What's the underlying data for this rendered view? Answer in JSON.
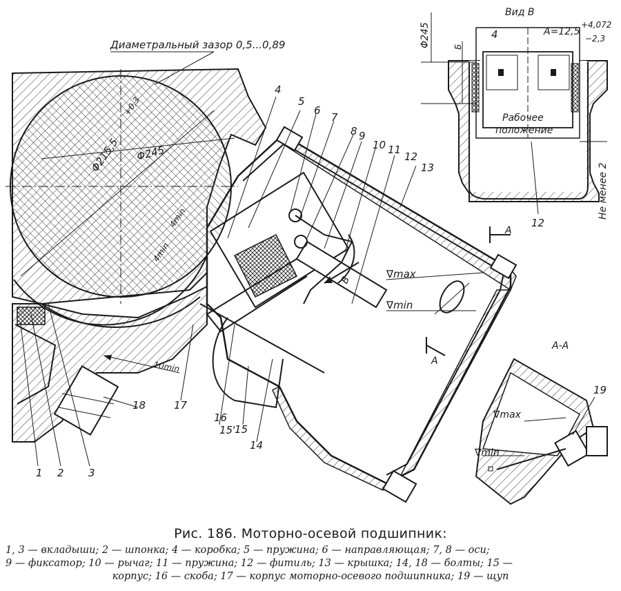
{
  "figure": {
    "annotations": {
      "clearance": "Диаметральный зазор 0,5...0,89",
      "dia_main": "Φ245",
      "dia_bore": "Φ215,5",
      "dia_bore_tol": "+0,3",
      "min4_a": "4min",
      "min4_b": "4min",
      "min10": "10min",
      "tmax": "∇max",
      "tmin": "∇min",
      "arrow_b": "В",
      "section_a": "А",
      "section_a2": "А"
    },
    "callouts": [
      "1",
      "2",
      "3",
      "4",
      "5",
      "6",
      "7",
      "8",
      "9",
      "10",
      "11",
      "12",
      "13",
      "14",
      "15",
      "15'",
      "16",
      "17",
      "18"
    ],
    "view_b": {
      "title": "Вид В",
      "dia": "Φ245",
      "dim_b": "Б",
      "dim_a": "А=12,5",
      "dim_a_tol_up": "+4,072",
      "dim_a_tol_low": "−2,3",
      "part4": "4",
      "work_pos_1": "Рабочее",
      "work_pos_2": "положение",
      "min_note": "Не менее 2",
      "part12": "12"
    },
    "section_aa": {
      "title": "А-А",
      "tmax": "∇max",
      "tmin": "∇min",
      "part19": "19"
    }
  },
  "caption": {
    "title": "Рис. 186. Моторно-осевой подшипник:",
    "line1": "1, 3 — вкладыши; 2 — шпонка; 4 — коробка; 5 — пружина; 6 — направляющая; 7, 8 — оси;",
    "line2": "9 — фиксатор; 10 — рычаг; 11 — пружина; 12 — фитиль; 13 — крышка; 14, 18 — болты; 15 —",
    "line3": "корпус; 16 — скоба; 17 — корпус моторно-осевого подшипника; 19 — щуп"
  }
}
